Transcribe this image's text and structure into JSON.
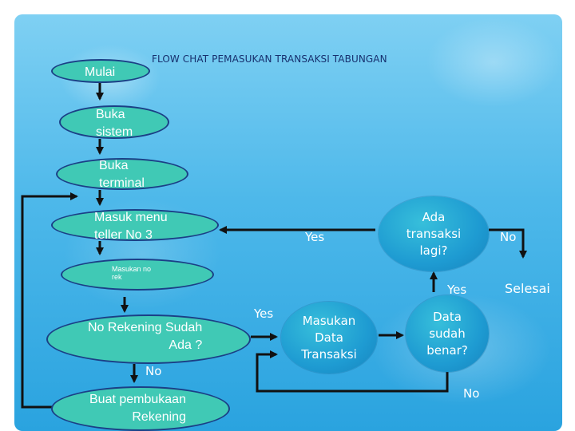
{
  "title": "FLOW CHAT PEMASUKAN TRANSAKSI TABUNGAN",
  "colors": {
    "background": "#4db8ea",
    "oval_fill": "#40c9b5",
    "oval_border": "#1b3f86",
    "decision_fill": "#1e9bd2",
    "title_text": "#17306e",
    "arrow": "#111111"
  },
  "nodes": {
    "mulai": "Mulai",
    "buka_sistem": "Buka\nsistem",
    "buka_terminal": "Buka\nterminal",
    "masuk_menu": "Masuk menu\nteller No 3",
    "masukan_no_rek": "Masukan no\nrek",
    "no_rekening": "No Rekening Sudah\nAda ?",
    "buat_pembukaan": "Buat pembukaan\nRekening",
    "masukan_data": "Masukan\nData\nTransaksi",
    "data_sudah_benar": "Data\nsudah\nbenar?",
    "ada_transaksi": "Ada\ntransaksi\nlagi?",
    "selesai": "Selesai"
  },
  "labels": {
    "yes_menu": "Yes",
    "no_selesai": "No",
    "yes_data": "Yes",
    "yes_rekening": "Yes",
    "no_rekening": "No",
    "no_data": "No"
  }
}
